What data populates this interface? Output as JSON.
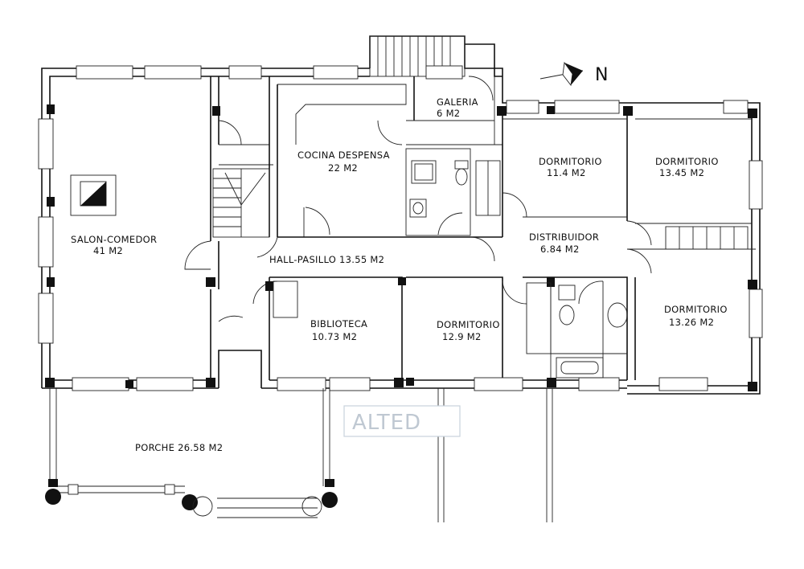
{
  "watermark": "ALTED",
  "north_label": "N",
  "rooms": {
    "salon": {
      "name": "SALON-COMEDOR",
      "area": "41  M2"
    },
    "cocina": {
      "name": "COCINA  DESPENSA",
      "area": "22  M2"
    },
    "galeria": {
      "name": "GALERIA",
      "area": "6  M2"
    },
    "dormitorio1": {
      "name": "DORMITORIO",
      "area": "11.4  M2"
    },
    "dormitorio2": {
      "name": "DORMITORIO",
      "area": "13.45  M2"
    },
    "distribuidor": {
      "name": "DISTRIBUIDOR",
      "area": "6.84  M2"
    },
    "hall": {
      "label": "HALL-PASILLO   13.55  M2"
    },
    "biblioteca": {
      "name": "BIBLIOTECA",
      "area": "10.73  M2"
    },
    "dormitorio3": {
      "name": "DORMITORIO",
      "area": "12.9  M2"
    },
    "dormitorio4": {
      "name": "DORMITORIO",
      "area": "13.26  M2"
    },
    "porche": {
      "label": "PORCHE  26.58  M2"
    }
  }
}
